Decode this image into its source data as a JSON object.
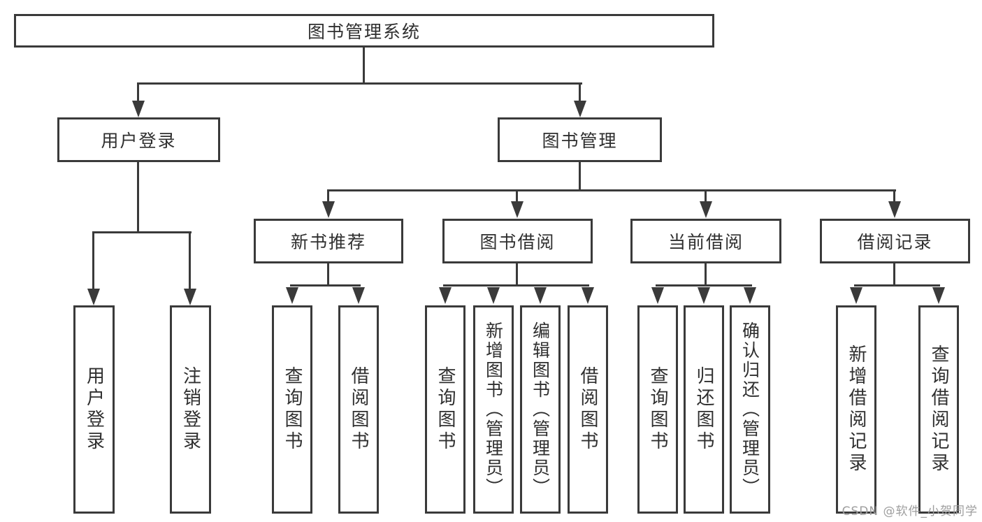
{
  "diagram_title": "图书管理系统",
  "tree": {
    "label": "图书管理系统",
    "children": [
      {
        "label": "用户登录",
        "children": [
          {
            "label": "用户登录"
          },
          {
            "label": "注销登录"
          }
        ]
      },
      {
        "label": "图书管理",
        "children": [
          {
            "label": "新书推荐",
            "children": [
              {
                "label": "查询图书"
              },
              {
                "label": "借阅图书"
              }
            ]
          },
          {
            "label": "图书借阅",
            "children": [
              {
                "label": "查询图书"
              },
              {
                "label": "新增图书（管理员）"
              },
              {
                "label": "编辑图书（管理员）"
              },
              {
                "label": "借阅图书"
              }
            ]
          },
          {
            "label": "当前借阅",
            "children": [
              {
                "label": "查询图书"
              },
              {
                "label": "归还图书"
              },
              {
                "label": "确认归还（管理员）"
              }
            ]
          },
          {
            "label": "借阅记录",
            "children": [
              {
                "label": "新增借阅记录"
              },
              {
                "label": "查询借阅记录"
              }
            ]
          }
        ]
      }
    ]
  },
  "watermark": "CSDN @软件_小贺同学",
  "colors": {
    "line": "#3a3a3a",
    "text": "#2f2f2f",
    "watermark": "#9e9e9e",
    "background": "#ffffff"
  }
}
